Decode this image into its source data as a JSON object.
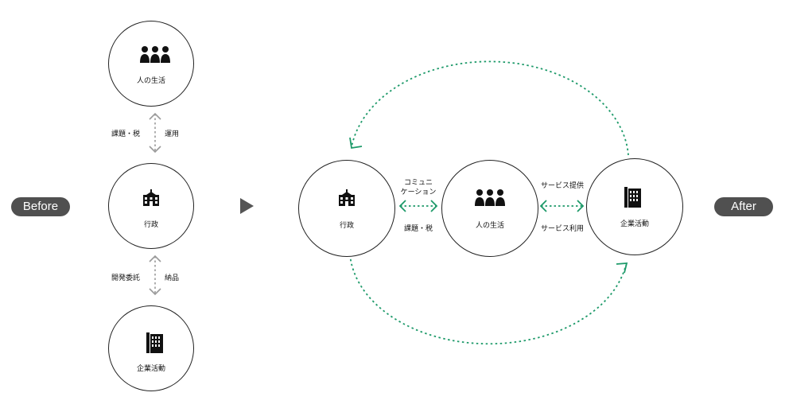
{
  "before": {
    "badge": "Before",
    "nodes": {
      "people": "人の生活",
      "gov": "行政",
      "company": "企業活動"
    },
    "links": {
      "top_left": "課題・税",
      "top_right": "運用",
      "bottom_left": "開発委託",
      "bottom_right": "納品"
    }
  },
  "after": {
    "badge": "After",
    "nodes": {
      "gov": "行政",
      "people": "人の生活",
      "company": "企業活動"
    },
    "links": {
      "gov_people_top_line1": "コミュニ",
      "gov_people_top_line2": "ケーション",
      "gov_people_bottom": "課題・税",
      "people_company_top": "サービス提供",
      "people_company_bottom": "サービス利用"
    }
  },
  "icons": {
    "people": "people-group-icon",
    "gov": "government-building-icon",
    "company": "office-building-icon",
    "arrow": "play-arrow-icon"
  },
  "colors": {
    "badge": "#505050",
    "gray_arrow": "#9a9a9a",
    "green_arrow": "#1e9a6a",
    "circle_border": "#222222"
  }
}
